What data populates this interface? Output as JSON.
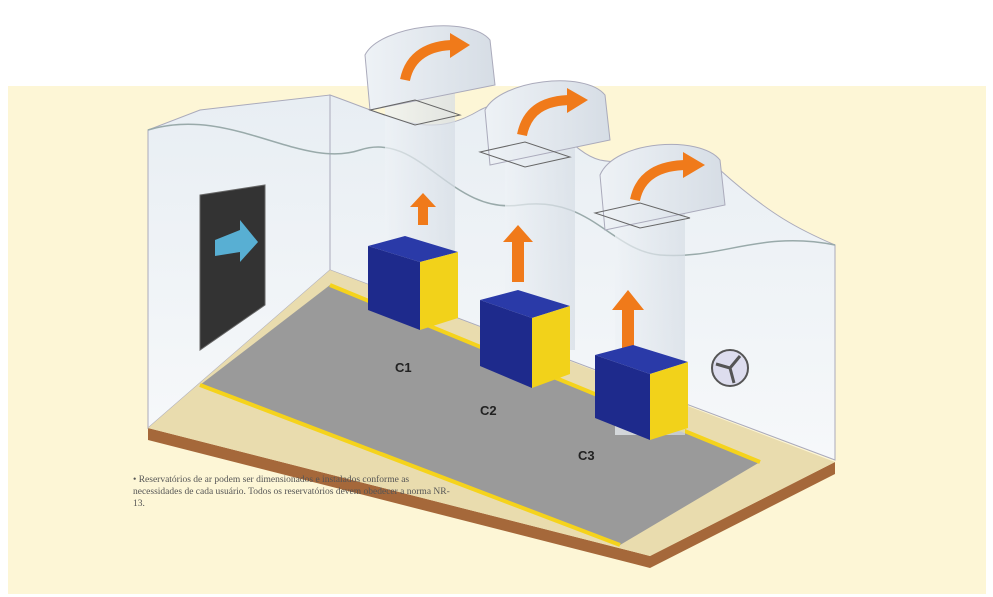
{
  "diagram": {
    "title": "Sala de compressores",
    "labels": {
      "c1": "C1",
      "c2": "C2",
      "c3": "C3"
    },
    "note": "• Reservatórios de ar podem ser dimensionados e instalados conforme as necessidades de cada usuário. Todos os reservatórios devem obedecer a norma NR-13.",
    "colors": {
      "background": "#fdf6d6",
      "floor": "#e9dcae",
      "lane": "#9a9a9a",
      "compressor": "#1e2a8c",
      "compressor_panel": "#f2d21a",
      "arrow": "#f07a1a"
    }
  }
}
